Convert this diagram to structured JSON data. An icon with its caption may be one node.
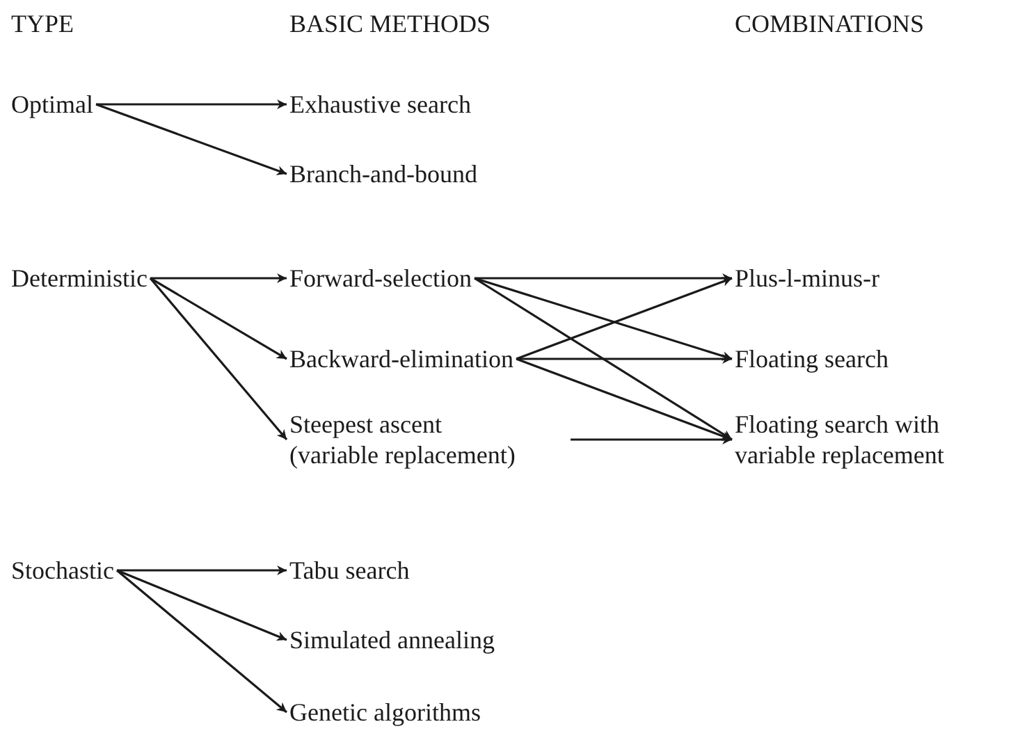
{
  "diagram": {
    "nodes": [
      {
        "text": [
          "Optimal"
        ]
      },
      {
        "text": [
          "Exhaustive search"
        ]
      },
      {
        "text": [
          "Branch-and-bound"
        ]
      },
      {
        "text": [
          "Deterministic"
        ]
      },
      {
        "text": [
          "Forward-selection"
        ]
      },
      {
        "text": [
          "Backward-elimination"
        ]
      },
      {
        "text": [
          "Steepest ascent (variable replacement)"
        ]
      },
      {
        "text": [
          "Plus-l-minus-r"
        ]
      },
      {
        "text": [
          "Floating search"
        ]
      },
      {
        "text": [
          "Floating search with variable replacement"
        ]
      },
      {
        "text": [
          "Stochastic"
        ]
      },
      {
        "text": [
          "Tabu search"
        ]
      },
      {
        "text": [
          "Simulated annealing"
        ]
      },
      {
        "text": [
          "Genetic algorithms"
        ]
      }
    ],
    "edges": [
      {
        "from": 0,
        "to": 1,
        "arrow": "to"
      },
      {
        "from": 0,
        "to": 2,
        "arrow": "to"
      },
      {
        "from": 3,
        "to": 4,
        "arrow": "to"
      },
      {
        "from": 3,
        "to": 5,
        "arrow": "to"
      },
      {
        "from": 3,
        "to": 6,
        "arrow": "to"
      },
      {
        "from": 4,
        "to": 7,
        "arrow": "to"
      },
      {
        "from": 4,
        "to": 8,
        "arrow": "to"
      },
      {
        "from": 4,
        "to": 9,
        "arrow": "to"
      },
      {
        "from": 5,
        "to": 7,
        "arrow": "to"
      },
      {
        "from": 5,
        "to": 8,
        "arrow": "to"
      },
      {
        "from": 5,
        "to": 9,
        "arrow": "to"
      },
      {
        "from": 6,
        "to": 9,
        "arrow": "to"
      },
      {
        "from": 10,
        "to": 11,
        "arrow": "to"
      },
      {
        "from": 10,
        "to": 12,
        "arrow": "to"
      },
      {
        "from": 10,
        "to": 13,
        "arrow": "to"
      }
    ],
    "labels": [
      "TYPE",
      "BASIC METHODS",
      "COMBINATIONS"
    ]
  }
}
